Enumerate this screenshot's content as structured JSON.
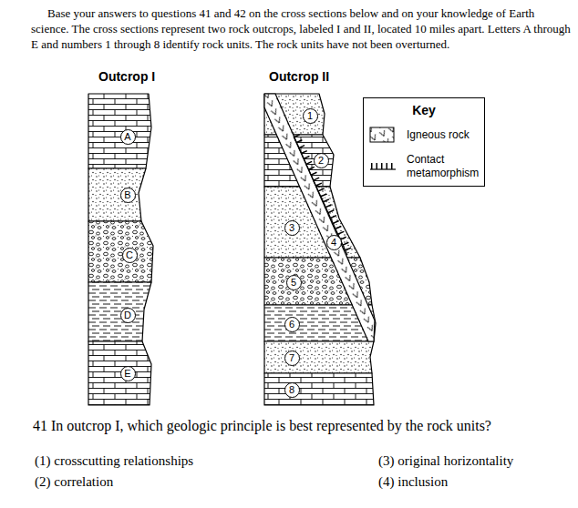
{
  "diagram": {
    "nodes": [
      {
        "text": [
          "Outcrop I"
        ]
      },
      {
        "text": [
          "A"
        ],
        "in": 0
      },
      {
        "text": [
          "B"
        ],
        "in": 0
      },
      {
        "text": [
          "C"
        ],
        "in": 0
      },
      {
        "text": [
          "D"
        ],
        "in": 0
      },
      {
        "text": [
          "E"
        ],
        "in": 0
      },
      {
        "text": [
          "Outcrop II"
        ]
      },
      {
        "text": [
          "1"
        ],
        "in": 6
      },
      {
        "text": [
          "2"
        ],
        "in": 6
      },
      {
        "text": [
          "3"
        ],
        "in": 6
      },
      {
        "text": [
          "4"
        ],
        "in": 6
      },
      {
        "text": [
          "5"
        ],
        "in": 6
      },
      {
        "text": [
          "6"
        ],
        "in": 6
      },
      {
        "text": [
          "7"
        ],
        "in": 6
      },
      {
        "text": [
          "8"
        ],
        "in": 6
      },
      {
        "text": [
          "Key"
        ]
      }
    ],
    "labels": [
      "Base your answers to questions 41 and 42 on the cross sections below and on your knowledge of Earth science. The cross sections represent two rock outcrops, labeled I and II, located 10 miles apart. Letters A through E and numbers 1 through 8 identify rock units. The rock units have not been overturned.",
      "41 In outcrop I, which geologic principle is best represented by the rock units?",
      "(1) crosscutting relationships",
      "(3) original horizontality",
      "(2) correlation",
      "(4) inclusion"
    ],
    "legend": [
      {
        "text": "Igneous rock"
      },
      {
        "text": "Contact metamorphism"
      }
    ]
  }
}
